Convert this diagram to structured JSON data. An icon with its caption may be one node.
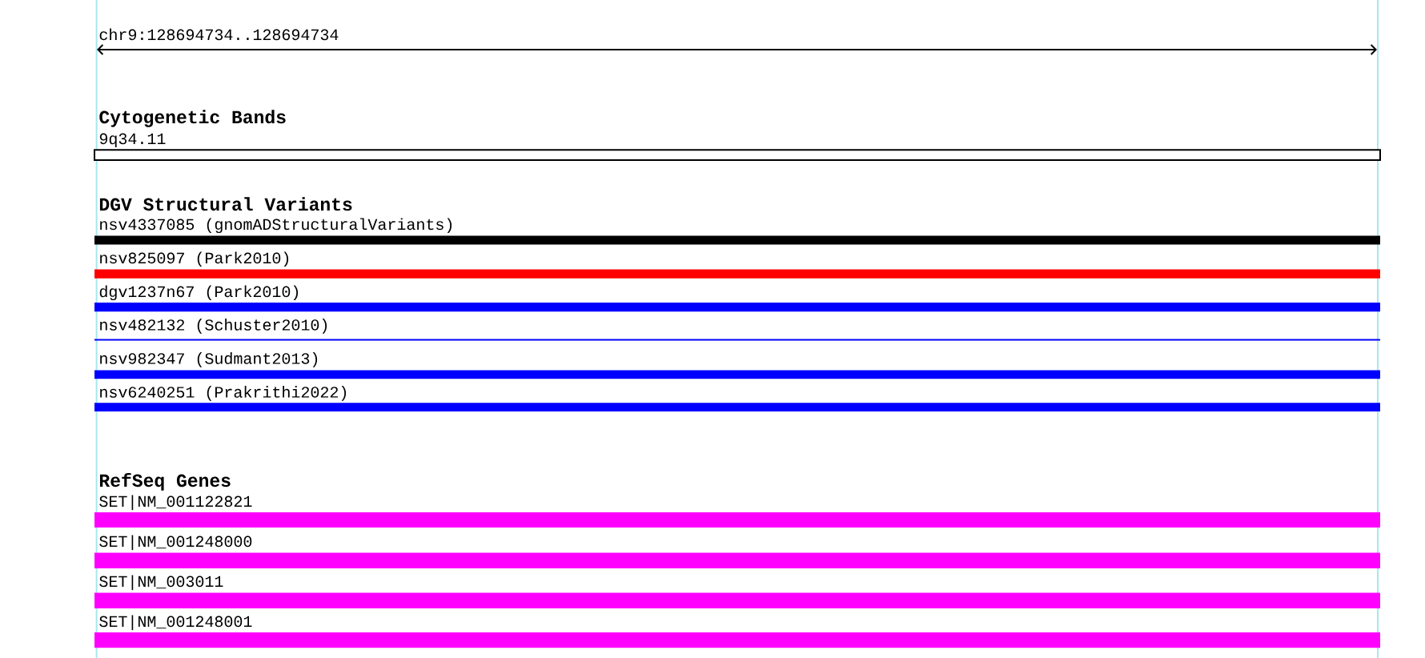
{
  "diagram": {
    "nodes": [
      {
        "text": [
          "9q34.11"
        ]
      },
      {
        "text": [
          "nsv4337085 (gnomADStructuralVariants)"
        ]
      },
      {
        "text": [
          "nsv825097 (Park2010)"
        ]
      },
      {
        "text": [
          "dgv1237n67 (Park2010)"
        ]
      },
      {
        "text": [
          "nsv482132 (Schuster2010)"
        ]
      },
      {
        "text": [
          "nsv982347 (Sudmant2013)"
        ]
      },
      {
        "text": [
          "nsv6240251 (Prakrithi2022)"
        ]
      },
      {
        "text": [
          "SET|NM_001122821"
        ]
      },
      {
        "text": [
          "SET|NM_001248000"
        ]
      },
      {
        "text": [
          "SET|NM_003011"
        ]
      },
      {
        "text": [
          "SET|NM_001248001"
        ]
      }
    ],
    "labels": [
      "chr9:128694734..128694734",
      "Cytogenetic Bands",
      "DGV Structural Variants",
      "RefSeq Genes"
    ]
  }
}
